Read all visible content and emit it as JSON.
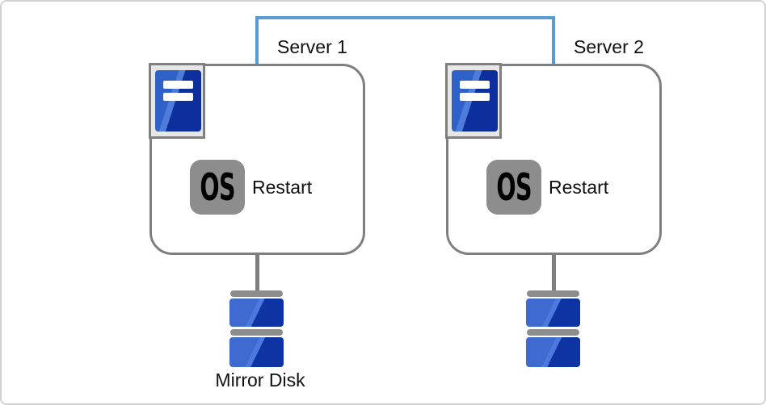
{
  "colors": {
    "frame": "#d2d2d2",
    "outline": "#7f7f7f",
    "interconnect": "#5b9bd5",
    "os_badge_bg": "#8d8d8d",
    "icon_tray_bg": "#e7e7e7",
    "server_icon_light": "#2e62c9",
    "server_icon_streak": "#4d7cda",
    "server_icon_dark": "#0c2f9d",
    "disk_light": "#3f6bd0",
    "disk_streak": "#4c79dd",
    "disk_dark": "#0e33a2",
    "disk_bar": "#8c8c8c",
    "text": "#111111"
  },
  "servers": [
    {
      "label": "Server 1",
      "os_badge": "OS",
      "action": "Restart"
    },
    {
      "label": "Server 2",
      "os_badge": "OS",
      "action": "Restart"
    }
  ],
  "disk": {
    "label": "Mirror Disk"
  }
}
